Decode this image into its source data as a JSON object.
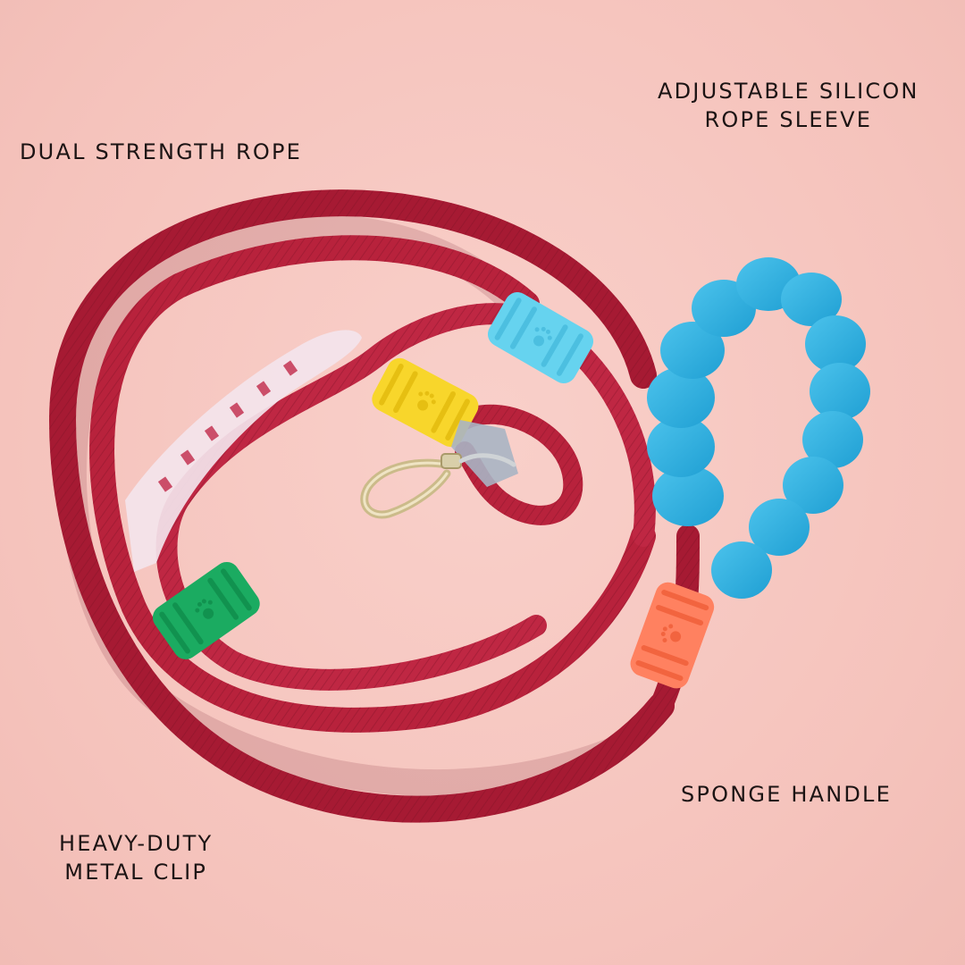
{
  "labels": {
    "dual_rope": [
      "DUAL STRENGTH ROPE"
    ],
    "sleeve": [
      "ADJUSTABLE SILICON",
      "ROPE SLEEVE"
    ],
    "handle": [
      "SPONGE HANDLE"
    ],
    "clip": [
      "HEAVY-DUTY",
      "METAL CLIP"
    ]
  },
  "colors": {
    "background": "#f7c9c3",
    "rope": "#b4203a",
    "sleeve_cyan": "#62d0ee",
    "sleeve_yellow": "#f7d52a",
    "sleeve_green": "#1aa860",
    "sleeve_orange": "#ff7f5a",
    "handle_blue": "#2eaede",
    "clip_metal": "#c9b98a"
  },
  "icons": [
    "paw-print-icon",
    "metal-clip-icon"
  ]
}
